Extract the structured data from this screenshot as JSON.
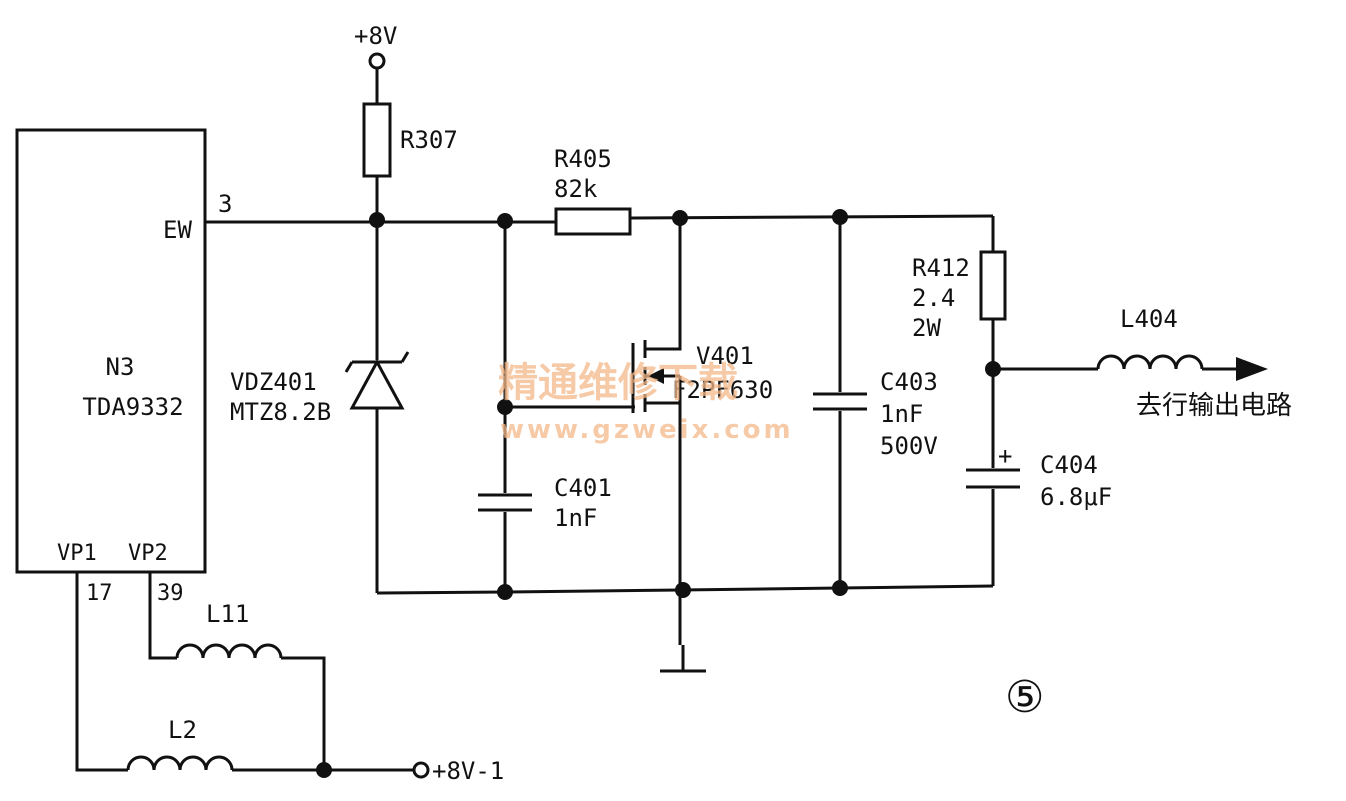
{
  "ic": {
    "name": "N3",
    "part": "TDA9332",
    "pin_ew": "EW",
    "pin_ew_num": "3",
    "pin_vp1": "VP1",
    "pin_vp2": "VP2",
    "pin_vp1_num": "17",
    "pin_vp2_num": "39"
  },
  "power": {
    "top_supply": "+8V",
    "bottom_supply": "+8V-1"
  },
  "components": {
    "r307": "R307",
    "r405_name": "R405",
    "r405_value": "82k",
    "vdz401_name": "VDZ401",
    "vdz401_part": "MTZ8.2B",
    "v401_name": "V401",
    "v401_part": "F2PF630",
    "c401_name": "C401",
    "c401_value": "1nF",
    "c403_name": "C403",
    "c403_value": "1nF",
    "c403_voltage": "500V",
    "r412_name": "R412",
    "r412_value": "2.4",
    "r412_power": "2W",
    "l404_name": "L404",
    "c404_name": "C404",
    "c404_value": "6.8μF",
    "c404_polarity": "+",
    "l11_name": "L11",
    "l2_name": "L2"
  },
  "output_label": "去行输出电路",
  "figure_number": "⑤",
  "watermark": {
    "title": "精通维修下载",
    "url": "www.gzweix.com"
  }
}
